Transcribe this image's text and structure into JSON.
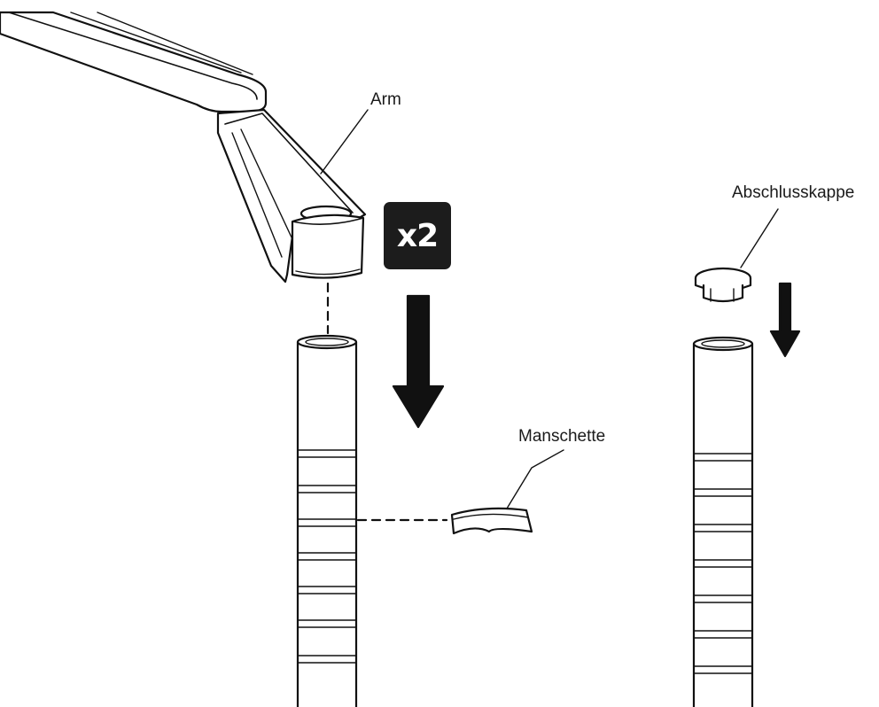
{
  "labels": {
    "arm": "Arm",
    "end_cap": "Abschlusskappe",
    "collar": "Manschette"
  },
  "quantity_badge": "x2",
  "colors": {
    "line": "#111111",
    "part_fill": "#ffffff",
    "badge_fill": "#1c1c1c",
    "badge_text": "#ffffff"
  },
  "icons": [
    "down-arrow-icon",
    "down-arrow-icon"
  ]
}
